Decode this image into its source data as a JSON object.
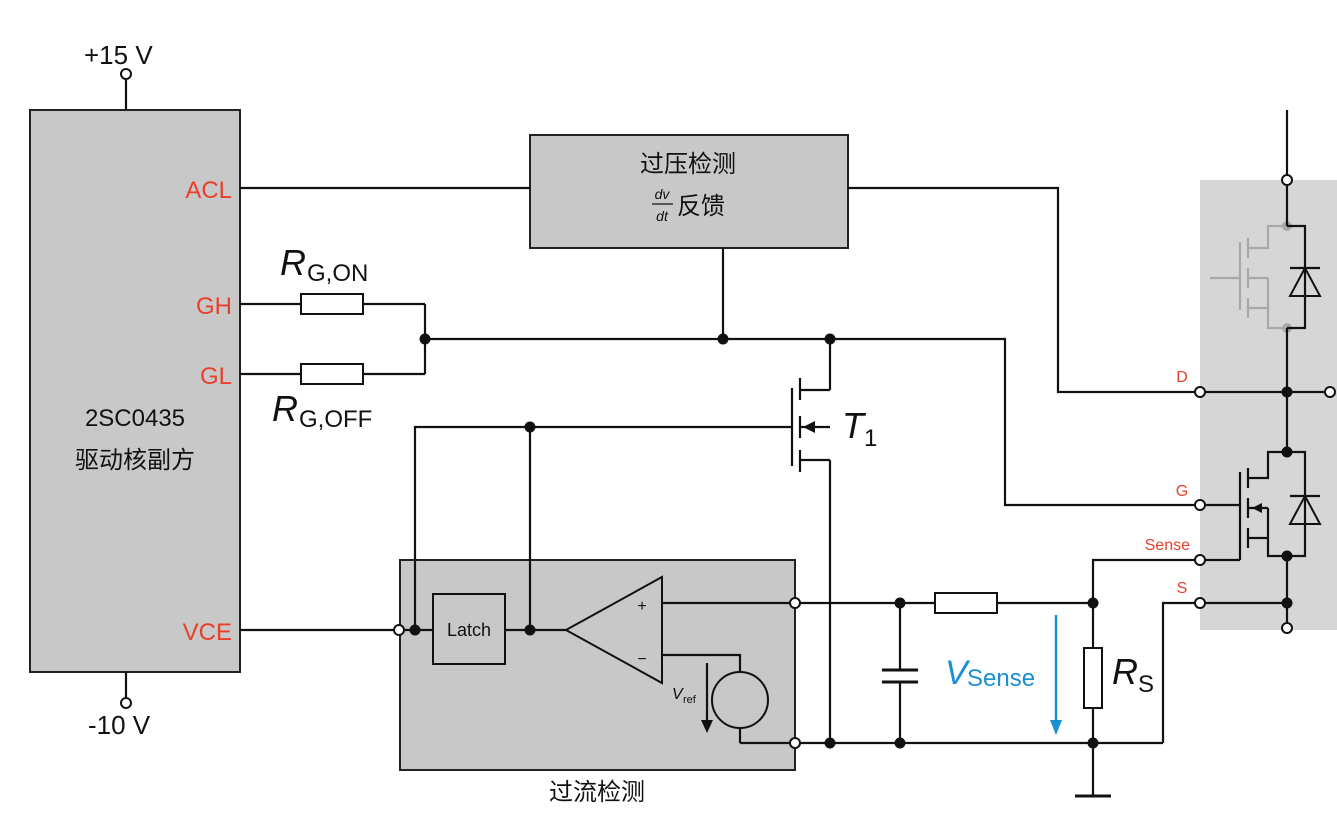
{
  "supply": {
    "top": "+15 V",
    "bottom": "-10 V"
  },
  "driver": {
    "line1": "2SC0435",
    "line2": "驱动核副方"
  },
  "driver_pins": {
    "acl": "ACL",
    "gh": "GH",
    "gl": "GL",
    "vce": "VCE"
  },
  "overvoltage": {
    "title": "过压检测",
    "dv": "dv",
    "dt": "dt",
    "feedback": "反馈"
  },
  "resistors": {
    "rg": "R",
    "gon": "G,ON",
    "goff": "G,OFF",
    "rs": "R",
    "s_sub": "S"
  },
  "transistor": {
    "t": "T",
    "sub": "1"
  },
  "overcurrent": {
    "latch": "Latch",
    "plus": "+",
    "minus": "−",
    "vref": "V",
    "vref_sub": "ref",
    "label": "过流检测"
  },
  "vsense": {
    "v": "V",
    "sub": "Sense"
  },
  "module_pins": {
    "d": "D",
    "g": "G",
    "sense": "Sense",
    "s": "S"
  },
  "colors": {
    "pin_label": "#e8402a",
    "vsense": "#1a8fd6",
    "block_fill": "#c8c8c8",
    "module_fill": "#d6d6d6",
    "text": "#111111"
  }
}
